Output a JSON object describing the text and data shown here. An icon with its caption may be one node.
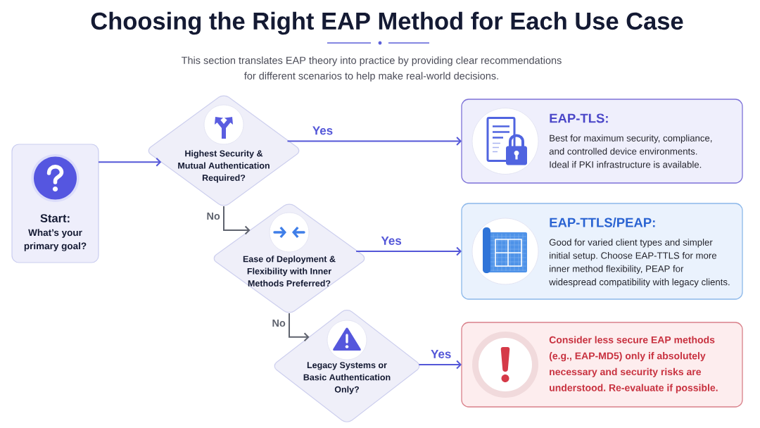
{
  "diagram": {
    "title": "Choosing the Right EAP Method for Each Use Case",
    "nodes": [
      {
        "text": [
          "Start:",
          "What’s your primary goal?"
        ]
      },
      {
        "text": [
          "Highest Security & Mutual Authentication Required?"
        ]
      },
      {
        "text": [
          "Ease of Deployment & Flexibility with Inner Methods Preferred?"
        ]
      },
      {
        "text": [
          "Legacy Systems or Basic Authentication Only?"
        ]
      },
      {
        "text": [
          "EAP-TLS:",
          "Best for maximum security, compliance, and controlled device environments. Ideal if PKI infrastructure is available."
        ]
      },
      {
        "text": [
          "EAP-TTLS/PEAP:",
          "Good for varied client types and simpler initial setup. Choose EAP-TTLS for more inner method flexibility, PEAP for widespread compatibility with legacy clients."
        ]
      },
      {
        "text": [
          "Consider less secure EAP methods (e.g., EAP-MD5) only if absolutely necessary and security risks are understood. Re-evaluate if possible."
        ]
      }
    ],
    "edges": [
      {
        "from": 0,
        "to": 1,
        "arrow": "to"
      },
      {
        "from": 1,
        "to": 4,
        "arrow": "to",
        "label": "Yes"
      },
      {
        "from": 1,
        "to": 2,
        "arrow": "to",
        "label": "No",
        "color": "#5f636e"
      },
      {
        "from": 2,
        "to": 5,
        "arrow": "to",
        "label": "Yes"
      },
      {
        "from": 2,
        "to": 3,
        "arrow": "to",
        "label": "No",
        "color": "#5f636e"
      },
      {
        "from": 3,
        "to": 6,
        "arrow": "to",
        "label": "Yes"
      }
    ],
    "labels": [
      "This section translates EAP theory into practice by providing clear recommendations for different scenarios to help make real-world decisions."
    ]
  }
}
